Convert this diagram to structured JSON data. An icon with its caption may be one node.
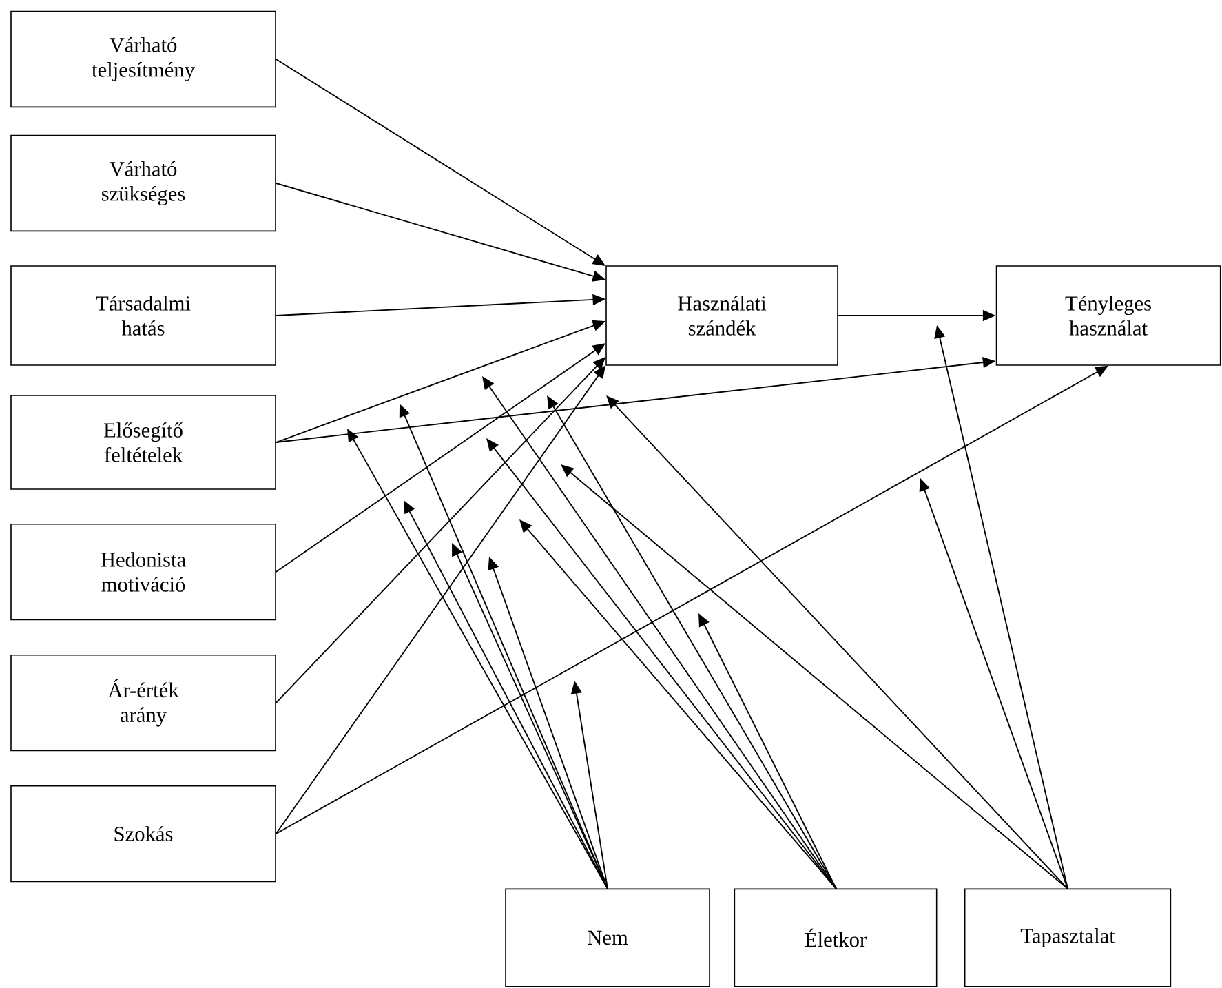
{
  "diagram": {
    "nodes": [
      {
        "text": [
          "Várható teljesítmény"
        ]
      },
      {
        "text": [
          "Várható szükséges"
        ]
      },
      {
        "text": [
          "Társadalmi hatás"
        ]
      },
      {
        "text": [
          "Elősegítő feltételek"
        ]
      },
      {
        "text": [
          "Hedonista motiváció"
        ]
      },
      {
        "text": [
          "Ár-érték arány"
        ]
      },
      {
        "text": [
          "Szokás"
        ]
      },
      {
        "text": [
          "Használati szándék"
        ]
      },
      {
        "text": [
          "Tényleges használat"
        ]
      },
      {
        "text": [
          "Nem"
        ]
      },
      {
        "text": [
          "Életkor"
        ]
      },
      {
        "text": [
          "Tapasztalat"
        ]
      }
    ],
    "edges": [
      {
        "from": 0,
        "to": 7,
        "arrow": "to"
      },
      {
        "from": 1,
        "to": 7,
        "arrow": "to"
      },
      {
        "from": 2,
        "to": 7,
        "arrow": "to"
      },
      {
        "from": 3,
        "to": 7,
        "arrow": "to"
      },
      {
        "from": 3,
        "to": 8,
        "arrow": "to"
      },
      {
        "from": 4,
        "to": 7,
        "arrow": "to"
      },
      {
        "from": 5,
        "to": 7,
        "arrow": "to"
      },
      {
        "from": 6,
        "to": 7,
        "arrow": "to"
      },
      {
        "from": 6,
        "to": 8,
        "arrow": "to"
      },
      {
        "from": 7,
        "to": 8,
        "arrow": "to"
      },
      {
        "from": 9,
        "to": null,
        "arrow": "to"
      },
      {
        "from": 9,
        "to": null,
        "arrow": "to"
      },
      {
        "from": 9,
        "to": null,
        "arrow": "to"
      },
      {
        "from": 9,
        "to": null,
        "arrow": "to"
      },
      {
        "from": 9,
        "to": null,
        "arrow": "to"
      },
      {
        "from": 9,
        "to": null,
        "arrow": "to"
      },
      {
        "from": 10,
        "to": null,
        "arrow": "to"
      },
      {
        "from": 10,
        "to": null,
        "arrow": "to"
      },
      {
        "from": 10,
        "to": null,
        "arrow": "to"
      },
      {
        "from": 10,
        "to": null,
        "arrow": "to"
      },
      {
        "from": 10,
        "to": null,
        "arrow": "to"
      },
      {
        "from": 11,
        "to": null,
        "arrow": "to"
      },
      {
        "from": 11,
        "to": null,
        "arrow": "to"
      },
      {
        "from": 11,
        "to": null,
        "arrow": "to"
      },
      {
        "from": 11,
        "to": null,
        "arrow": "to"
      }
    ]
  }
}
